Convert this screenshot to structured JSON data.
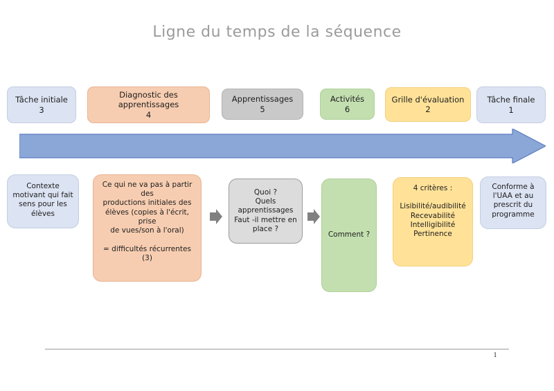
{
  "slide": {
    "title": "Ligne du temps de la séquence",
    "page_number": "1",
    "colors": {
      "blue": "#dce3f2",
      "orange": "#f7cdb1",
      "gray": "#c9c9c9",
      "gray_light": "#dcdcdc",
      "green": "#c3dfb0",
      "yellow": "#ffe298",
      "arrow_blue": "#8ba7d8",
      "arrow_blue_border": "#5b7cc0",
      "connector_gray": "#808080",
      "title_gray": "#9b9b9b"
    }
  },
  "timeline": {
    "steps": [
      {
        "label": "Tâche initiale",
        "order": "3",
        "color": "blue"
      },
      {
        "label": "Diagnostic des apprentissages",
        "order": "4",
        "color": "orange"
      },
      {
        "label": "Apprentissages",
        "order": "5",
        "color": "gray"
      },
      {
        "label": "Activités",
        "order": "6",
        "color": "green"
      },
      {
        "label": "Grille d'évaluation",
        "order": "2",
        "color": "yellow"
      },
      {
        "label": "Tâche finale",
        "order": "1",
        "color": "blue"
      }
    ]
  },
  "details": [
    {
      "name": "contexte",
      "text": "Contexte\nmotivant qui fait\nsens pour les\nélèves",
      "color": "blue"
    },
    {
      "name": "diagnostic",
      "text": "Ce qui ne va pas à partir des\nproductions initiales des\nélèves (copies à l'écrit, prise\nde vues/son à l'oral)\n\n= difficultés récurrentes (3)",
      "color": "orange"
    },
    {
      "name": "apprentissages",
      "text": "Quoi ?\nQuels\napprentissages\nFaut -il mettre en\nplace ?",
      "color": "gray_light"
    },
    {
      "name": "activites",
      "text": "Comment ?",
      "color": "green"
    },
    {
      "name": "criteres",
      "text": "4 critères :\n\nLisibilité/audibilité\nRecevabilité\nIntelligibilité\nPertinence",
      "color": "yellow"
    },
    {
      "name": "tache-finale",
      "text": "Conforme à\nl'UAA et au\nprescrit du\nprogramme",
      "color": "blue"
    }
  ],
  "connectors": [
    {
      "name": "connector-diagnostic-to-apprentissages",
      "direction": "right"
    },
    {
      "name": "connector-apprentissages-to-activites",
      "direction": "right"
    }
  ]
}
